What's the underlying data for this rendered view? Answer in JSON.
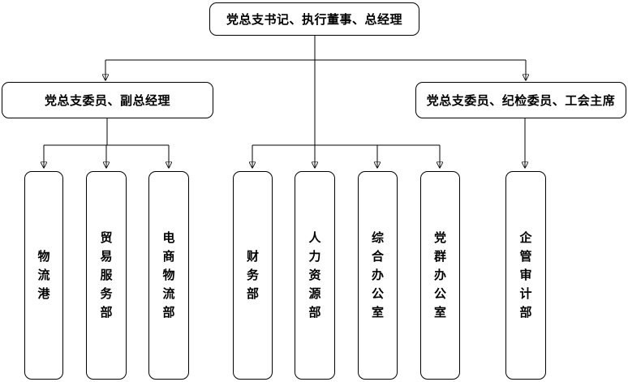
{
  "org_chart": {
    "nodes": {
      "root": {
        "label": "党总支书记、执行董事、总经理"
      },
      "manager_left": {
        "label": "党总支委员、副总经理"
      },
      "manager_right": {
        "label": "党总支委员、纪检委员、工会主席"
      },
      "departments": [
        {
          "label": "物流港",
          "parent": "manager_left"
        },
        {
          "label": "贸易服务部",
          "parent": "manager_left"
        },
        {
          "label": "电商物流部",
          "parent": "manager_left"
        },
        {
          "label": "财务部",
          "parent": "root"
        },
        {
          "label": "人力资源部",
          "parent": "root"
        },
        {
          "label": "综合办公室",
          "parent": "root"
        },
        {
          "label": "党群办公室",
          "parent": "root"
        },
        {
          "label": "企管审计部",
          "parent": "manager_right"
        }
      ]
    },
    "colors": {
      "background": "#ffffff",
      "line": "#000000",
      "box_border": "#000000",
      "text": "#000000"
    }
  }
}
